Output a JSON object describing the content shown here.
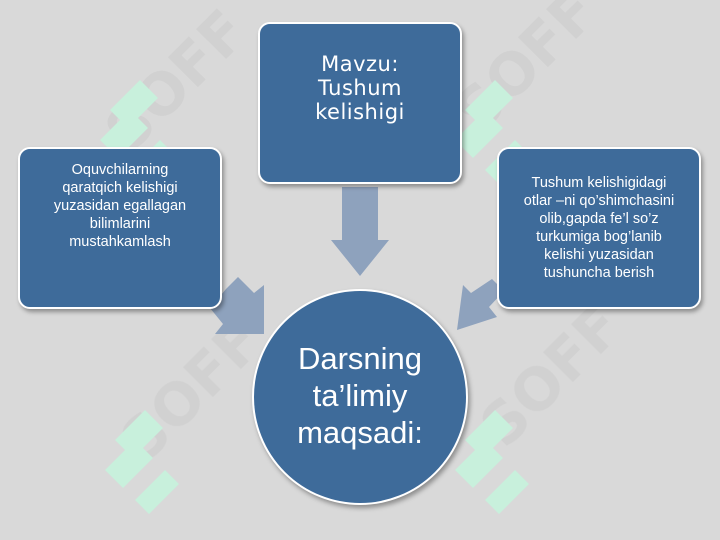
{
  "diagram": {
    "top_box": {
      "text": "Mavzu:\nTushum\nkelishigi"
    },
    "left_box": {
      "text": "Oquvchilarning\nqaratqich kelishigi\nyuzasidan egallagan\nbilimlarini\nmustahkamlash"
    },
    "right_box": {
      "text": "Tushum kelishigidagi\notlar –ni qo’shimchasini\nolib,gapda fe’l so’z\nturkumiga bog’lanib\nkelishi yuzasidan\ntushuncha berish"
    },
    "center": {
      "text": "Darsning\nta’limiy\nmaqsadi:"
    }
  },
  "watermark": {
    "text": "SOFF"
  },
  "colors": {
    "background": "#d9d9d9",
    "box_fill": "#3e6b9a",
    "arrow": "#8ea2bd",
    "watermark": "#c8f0dc"
  }
}
